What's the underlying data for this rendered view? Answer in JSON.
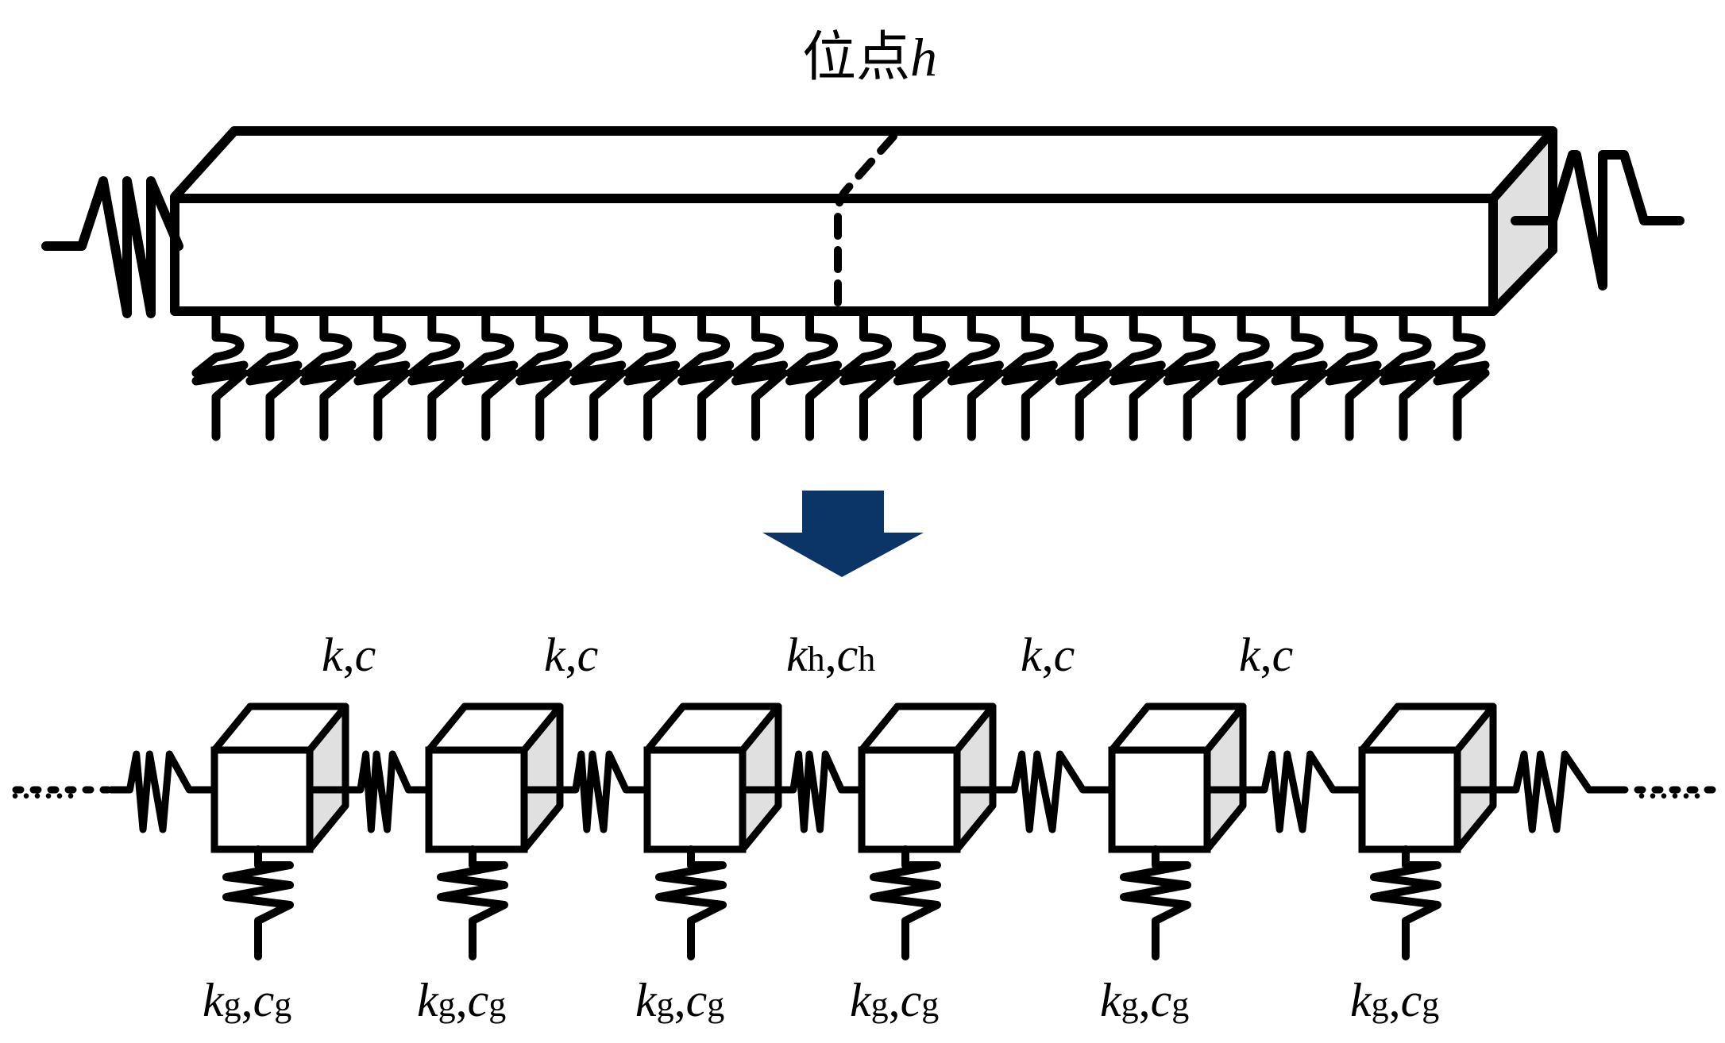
{
  "title": {
    "text": "位点",
    "variable": "h"
  },
  "beam": {
    "description": "continuous beam on elastic foundation with end springs",
    "foundation_spring_count": 24,
    "section_marker": "dashed section line at location h"
  },
  "arrow": {
    "color": "#0b3467",
    "direction": "down"
  },
  "discrete_model": {
    "mass_count": 6,
    "ellipsis_left": "......",
    "ellipsis_right": "......",
    "link_labels": [
      {
        "main": "k",
        "sub": "",
        "sep": ",",
        "main2": "c",
        "sub2": ""
      },
      {
        "main": "k",
        "sub": "",
        "sep": ",",
        "main2": "c",
        "sub2": ""
      },
      {
        "main": "k",
        "sub": "h",
        "sep": ",",
        "main2": "c",
        "sub2": "h"
      },
      {
        "main": "k",
        "sub": "",
        "sep": ",",
        "main2": "c",
        "sub2": ""
      },
      {
        "main": "k",
        "sub": "",
        "sep": ",",
        "main2": "c",
        "sub2": ""
      }
    ],
    "ground_labels": [
      {
        "main": "k",
        "sub": "g",
        "sep": ",",
        "main2": "c",
        "sub2": "g"
      },
      {
        "main": "k",
        "sub": "g",
        "sep": ",",
        "main2": "c",
        "sub2": "g"
      },
      {
        "main": "k",
        "sub": "g",
        "sep": ",",
        "main2": "c",
        "sub2": "g"
      },
      {
        "main": "k",
        "sub": "g",
        "sep": ",",
        "main2": "c",
        "sub2": "g"
      },
      {
        "main": "k",
        "sub": "g",
        "sep": ",",
        "main2": "c",
        "sub2": "g"
      },
      {
        "main": "k",
        "sub": "g",
        "sep": ",",
        "main2": "c",
        "sub2": "g"
      }
    ]
  },
  "colors": {
    "line": "#000000",
    "side_face": "#e0e0e0",
    "arrow": "#0b3467"
  }
}
